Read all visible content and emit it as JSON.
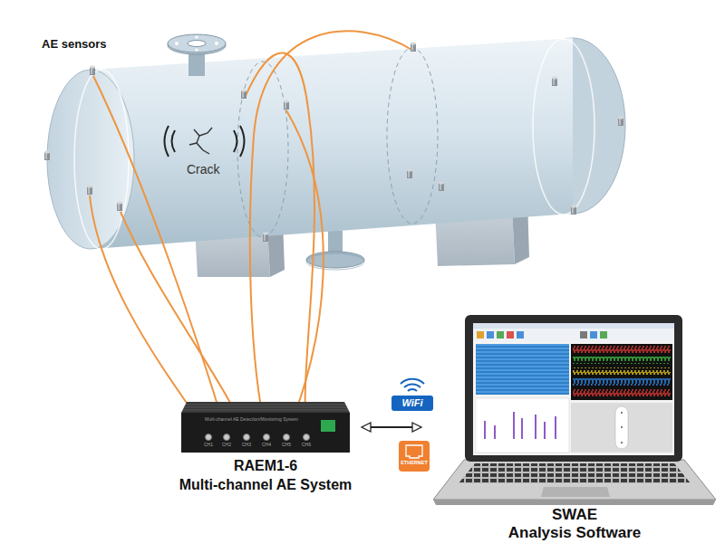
{
  "diagram": {
    "nodes": [
      {
        "text": [
          "RAEM1-6",
          "Multi-channel AE System"
        ]
      },
      {
        "text": [
          "SWAE",
          "Analysis Software"
        ]
      }
    ],
    "edges": [
      {
        "from": 0,
        "to": 1,
        "arrow": "both"
      }
    ],
    "labels": [
      "AE sensors",
      "Crack",
      "WiFi",
      "ETHERNET",
      "Multi-channel AE Detection/Monitoring System",
      "CH1",
      "CH2",
      "CH3",
      "CH4",
      "CH5",
      "CH6"
    ]
  }
}
